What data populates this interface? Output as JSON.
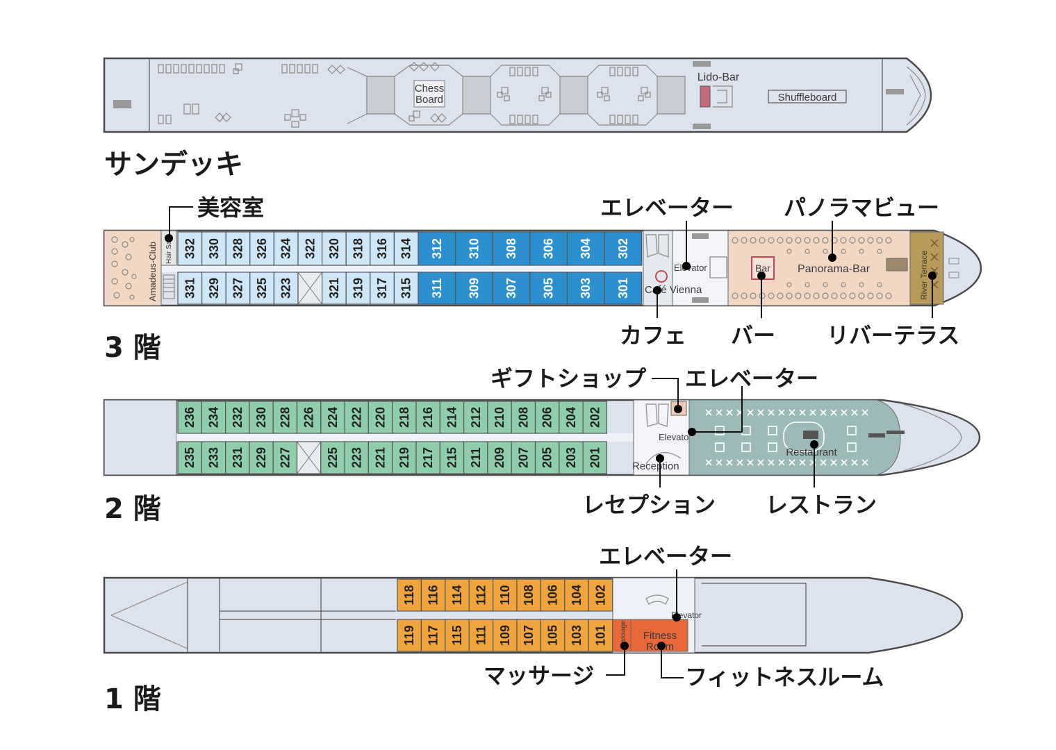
{
  "colors": {
    "hull_fill": "#dde3ee",
    "corridor": "#eef1f7",
    "deck3_upper": "#cfe6f6",
    "deck3_suite": "#2b8fd0",
    "deck2_cabin": "#8fceaa",
    "deck1_cabin": "#f0a43e",
    "lounge": "#f1d8c5",
    "restaurant": "#9dbab8",
    "river_terrace": "#b89a5a",
    "fitness": "#e8683a",
    "gift_shop": "#f4c9b2"
  },
  "sun_deck": {
    "title": "サンデッキ",
    "labels": {
      "chess": "Chess",
      "board": "Board",
      "lido_bar": "Lido-Bar",
      "shuffleboard": "Shuffleboard"
    }
  },
  "deck3": {
    "title": "3 階",
    "top_cabins": [
      "332",
      "330",
      "328",
      "326",
      "324",
      "322",
      "320",
      "318",
      "316",
      "314"
    ],
    "bottom_cabins": [
      "331",
      "329",
      "327",
      "325",
      "323",
      "",
      "321",
      "319",
      "317",
      "315"
    ],
    "top_suites": [
      "312",
      "310",
      "308",
      "306",
      "304",
      "302"
    ],
    "bottom_suites": [
      "311",
      "309",
      "307",
      "305",
      "303",
      "301"
    ],
    "labels": {
      "amadeus_club": "Amadeus-Club",
      "hair_salon": "Hair Sa",
      "elevator": "Elevator",
      "cafe_vienna": "Café Vienna",
      "bar": "Bar",
      "panorama_bar": "Panorama-Bar",
      "river_terrace": "River Terrace"
    },
    "callouts": {
      "beauty": "美容室",
      "elevator": "エレベーター",
      "panorama": "パノラマビュー",
      "cafe": "カフェ",
      "bar": "バー",
      "river_terrace": "リバーテラス"
    }
  },
  "deck2": {
    "title": "2 階",
    "top_cabins": [
      "236",
      "234",
      "232",
      "230",
      "228",
      "226",
      "224",
      "222",
      "220",
      "218",
      "216",
      "214",
      "212",
      "210",
      "208",
      "206",
      "204",
      "202"
    ],
    "bottom_cabins": [
      "235",
      "233",
      "231",
      "229",
      "227",
      "",
      "225",
      "223",
      "221",
      "219",
      "217",
      "215",
      "211",
      "209",
      "207",
      "205",
      "203",
      "201"
    ],
    "labels": {
      "elevator": "Elevator",
      "reception": "Reception",
      "restaurant": "Restaurant"
    },
    "callouts": {
      "gift_shop": "ギフトショップ",
      "elevator": "エレベーター",
      "reception": "レセプション",
      "restaurant": "レストラン"
    }
  },
  "deck1": {
    "title": "1 階",
    "top_cabins": [
      "118",
      "116",
      "114",
      "112",
      "110",
      "108",
      "106",
      "104",
      "102"
    ],
    "bottom_cabins": [
      "119",
      "117",
      "115",
      "111",
      "109",
      "107",
      "105",
      "103",
      "101"
    ],
    "labels": {
      "massage": "Massage",
      "fitness": "Fitness",
      "room": "Room",
      "elevator": "Elevator"
    },
    "callouts": {
      "elevator": "エレベーター",
      "massage": "マッサージ",
      "fitness": "フィットネスルーム"
    }
  }
}
